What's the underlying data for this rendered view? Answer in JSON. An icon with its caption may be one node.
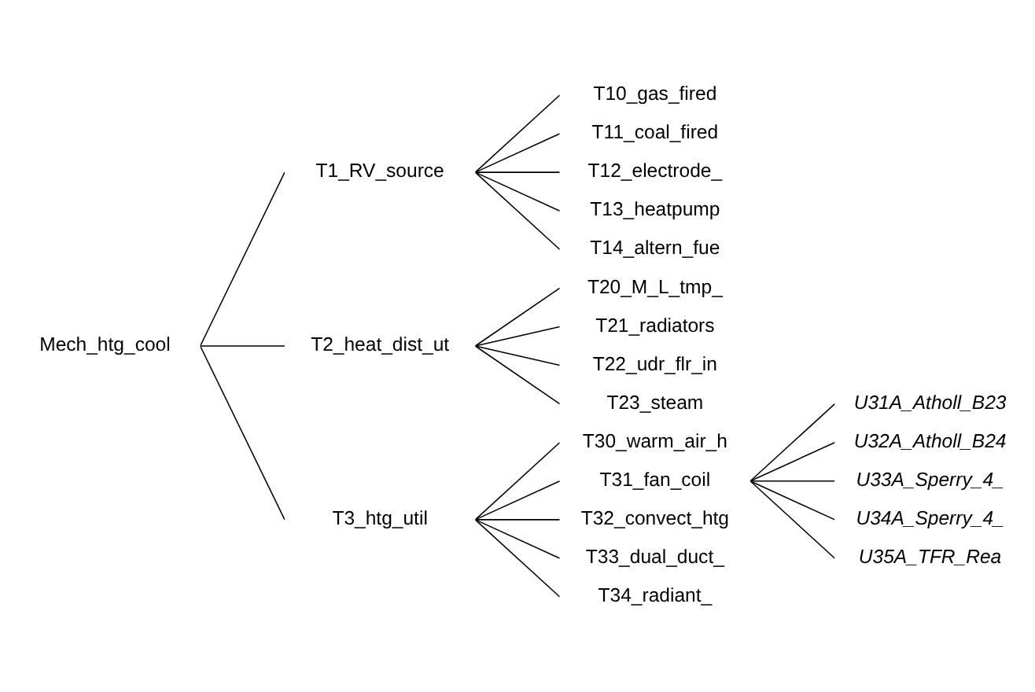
{
  "diagram": {
    "nodes": [
      {
        "text": [
          "Mech_htg_cool"
        ]
      },
      {
        "text": [
          "T1_RV_source"
        ]
      },
      {
        "text": [
          "T10_gas_fired"
        ]
      },
      {
        "text": [
          "T11_coal_fired"
        ]
      },
      {
        "text": [
          "T12_electrode_"
        ]
      },
      {
        "text": [
          "T13_heatpump"
        ]
      },
      {
        "text": [
          "T14_altern_fue"
        ]
      },
      {
        "text": [
          "T2_heat_dist_ut"
        ]
      },
      {
        "text": [
          "T20_M_L_tmp_"
        ]
      },
      {
        "text": [
          "T21_radiators"
        ]
      },
      {
        "text": [
          "T22_udr_flr_in"
        ]
      },
      {
        "text": [
          "T23_steam"
        ]
      },
      {
        "text": [
          "T3_htg_util"
        ]
      },
      {
        "text": [
          "T30_warm_air_h"
        ]
      },
      {
        "text": [
          "T31_fan_coil"
        ]
      },
      {
        "text": [
          "U31A_Atholl_B23"
        ]
      },
      {
        "text": [
          "U32A_Atholl_B24"
        ]
      },
      {
        "text": [
          "U33A_Sperry_4_"
        ]
      },
      {
        "text": [
          "U34A_Sperry_4_"
        ]
      },
      {
        "text": [
          "U35A_TFR_Rea"
        ]
      },
      {
        "text": [
          "T32_convect_htg"
        ]
      },
      {
        "text": [
          "T33_dual_duct_"
        ]
      },
      {
        "text": [
          "T34_radiant_"
        ]
      }
    ],
    "edges": [
      {
        "from": 0,
        "to": 1,
        "arrow": "none"
      },
      {
        "from": 1,
        "to": 2,
        "arrow": "none"
      },
      {
        "from": 1,
        "to": 3,
        "arrow": "none"
      },
      {
        "from": 1,
        "to": 4,
        "arrow": "none"
      },
      {
        "from": 1,
        "to": 5,
        "arrow": "none"
      },
      {
        "from": 1,
        "to": 6,
        "arrow": "none"
      },
      {
        "from": 0,
        "to": 7,
        "arrow": "none"
      },
      {
        "from": 7,
        "to": 8,
        "arrow": "none"
      },
      {
        "from": 7,
        "to": 9,
        "arrow": "none"
      },
      {
        "from": 7,
        "to": 10,
        "arrow": "none"
      },
      {
        "from": 7,
        "to": 11,
        "arrow": "none"
      },
      {
        "from": 0,
        "to": 12,
        "arrow": "none"
      },
      {
        "from": 12,
        "to": 13,
        "arrow": "none"
      },
      {
        "from": 12,
        "to": 14,
        "arrow": "none"
      },
      {
        "from": 14,
        "to": 15,
        "arrow": "none"
      },
      {
        "from": 14,
        "to": 16,
        "arrow": "none"
      },
      {
        "from": 14,
        "to": 17,
        "arrow": "none"
      },
      {
        "from": 14,
        "to": 18,
        "arrow": "none"
      },
      {
        "from": 14,
        "to": 19,
        "arrow": "none"
      },
      {
        "from": 12,
        "to": 20,
        "arrow": "none"
      },
      {
        "from": 12,
        "to": 21,
        "arrow": "none"
      },
      {
        "from": 12,
        "to": 22,
        "arrow": "none"
      }
    ]
  }
}
